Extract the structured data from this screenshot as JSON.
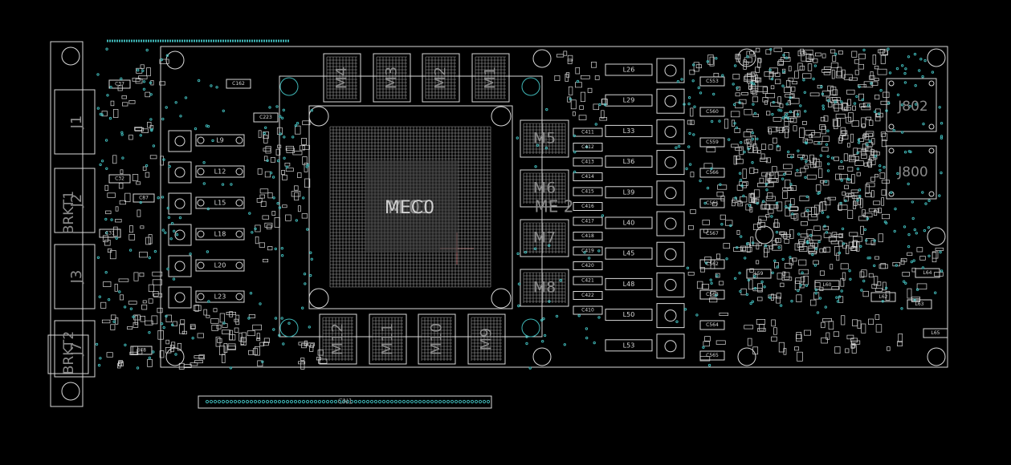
{
  "colors": {
    "background": "#000000",
    "outline": "#d8d8d8",
    "grid": "#bdbdbd",
    "via": "#3fb6b6",
    "label_large": "#8a8a8a",
    "cursor": "#b06060"
  },
  "labels": {
    "gpu_primary": "MEC0",
    "gpu_ghost": "M    01",
    "mem_top": [
      "M4",
      "M3",
      "M2",
      "M1"
    ],
    "mem_right": [
      "M5",
      "M6",
      "M7",
      "M8"
    ],
    "mem_bottom": [
      "M12",
      "M11",
      "M10",
      "M9"
    ],
    "connectors": [
      "J1",
      "J2",
      "J3",
      "J7"
    ],
    "bracket": [
      "BRKT1",
      "BRKT2"
    ],
    "jacks": [
      "J802",
      "J800"
    ],
    "edge": "CN1",
    "right_mem_overlay": "ME    2",
    "inductors_left": [
      "L9",
      "L12",
      "L15",
      "L18",
      "L20",
      "L23"
    ],
    "inductors_right": [
      "L26",
      "L29",
      "L33",
      "L36",
      "L39",
      "L40",
      "L45",
      "L48",
      "L50",
      "L53"
    ],
    "caps_mid": [
      "C411",
      "C412",
      "C413",
      "C414",
      "C415",
      "C416",
      "C417",
      "C418",
      "C419",
      "C420",
      "C421",
      "C422",
      "C410"
    ],
    "caps_right": [
      "C553",
      "C560",
      "C559",
      "C566",
      "C561",
      "C567",
      "C562",
      "C563",
      "C564",
      "C565"
    ],
    "caps_left": [
      "C37",
      "C32",
      "C87",
      "C31",
      "C78"
    ],
    "misc": [
      "C162",
      "C223",
      "L63",
      "L62",
      "L60",
      "L59",
      "L65",
      "L64"
    ]
  }
}
